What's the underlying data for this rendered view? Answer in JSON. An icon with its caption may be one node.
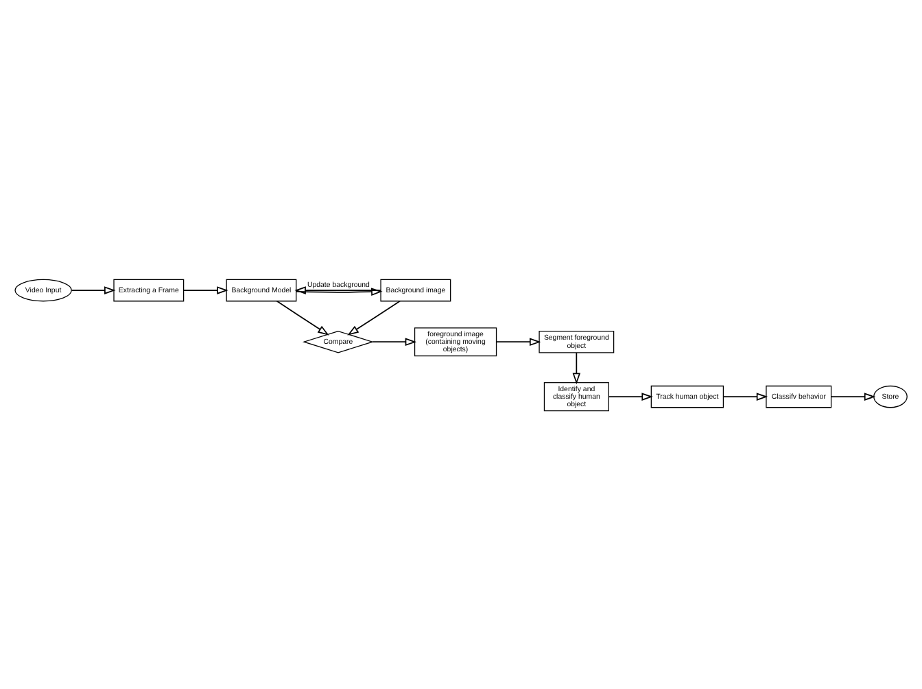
{
  "diagram": {
    "nodes": [
      {
        "text": [
          "Video Input"
        ]
      },
      {
        "text": [
          "Extracting a Frame"
        ]
      },
      {
        "text": [
          "Background Model"
        ]
      },
      {
        "text": [
          "Background image"
        ]
      },
      {
        "text": [
          "Compare"
        ]
      },
      {
        "text": [
          "foreground image (containing moving objects)"
        ]
      },
      {
        "text": [
          "Segment foreground object"
        ]
      },
      {
        "text": [
          "Identify and classify human object"
        ]
      },
      {
        "text": [
          "Track human object"
        ]
      },
      {
        "text": [
          "Classifv behavior"
        ]
      },
      {
        "text": [
          "Store"
        ]
      }
    ],
    "edges": [
      {
        "from": 0,
        "to": 1,
        "arrow": "to"
      },
      {
        "from": 1,
        "to": 2,
        "arrow": "to"
      },
      {
        "from": 2,
        "to": 3,
        "arrow": "to"
      },
      {
        "from": 3,
        "to": 2,
        "arrow": "to",
        "label": "Update background"
      },
      {
        "from": 2,
        "to": 4,
        "arrow": "to"
      },
      {
        "from": 3,
        "to": 4,
        "arrow": "to"
      },
      {
        "from": 4,
        "to": 5,
        "arrow": "to"
      },
      {
        "from": 5,
        "to": 6,
        "arrow": "to"
      },
      {
        "from": 6,
        "to": 7,
        "arrow": "to"
      },
      {
        "from": 7,
        "to": 8,
        "arrow": "to"
      },
      {
        "from": 8,
        "to": 9,
        "arrow": "to"
      },
      {
        "from": 9,
        "to": 10,
        "arrow": "to"
      }
    ]
  }
}
